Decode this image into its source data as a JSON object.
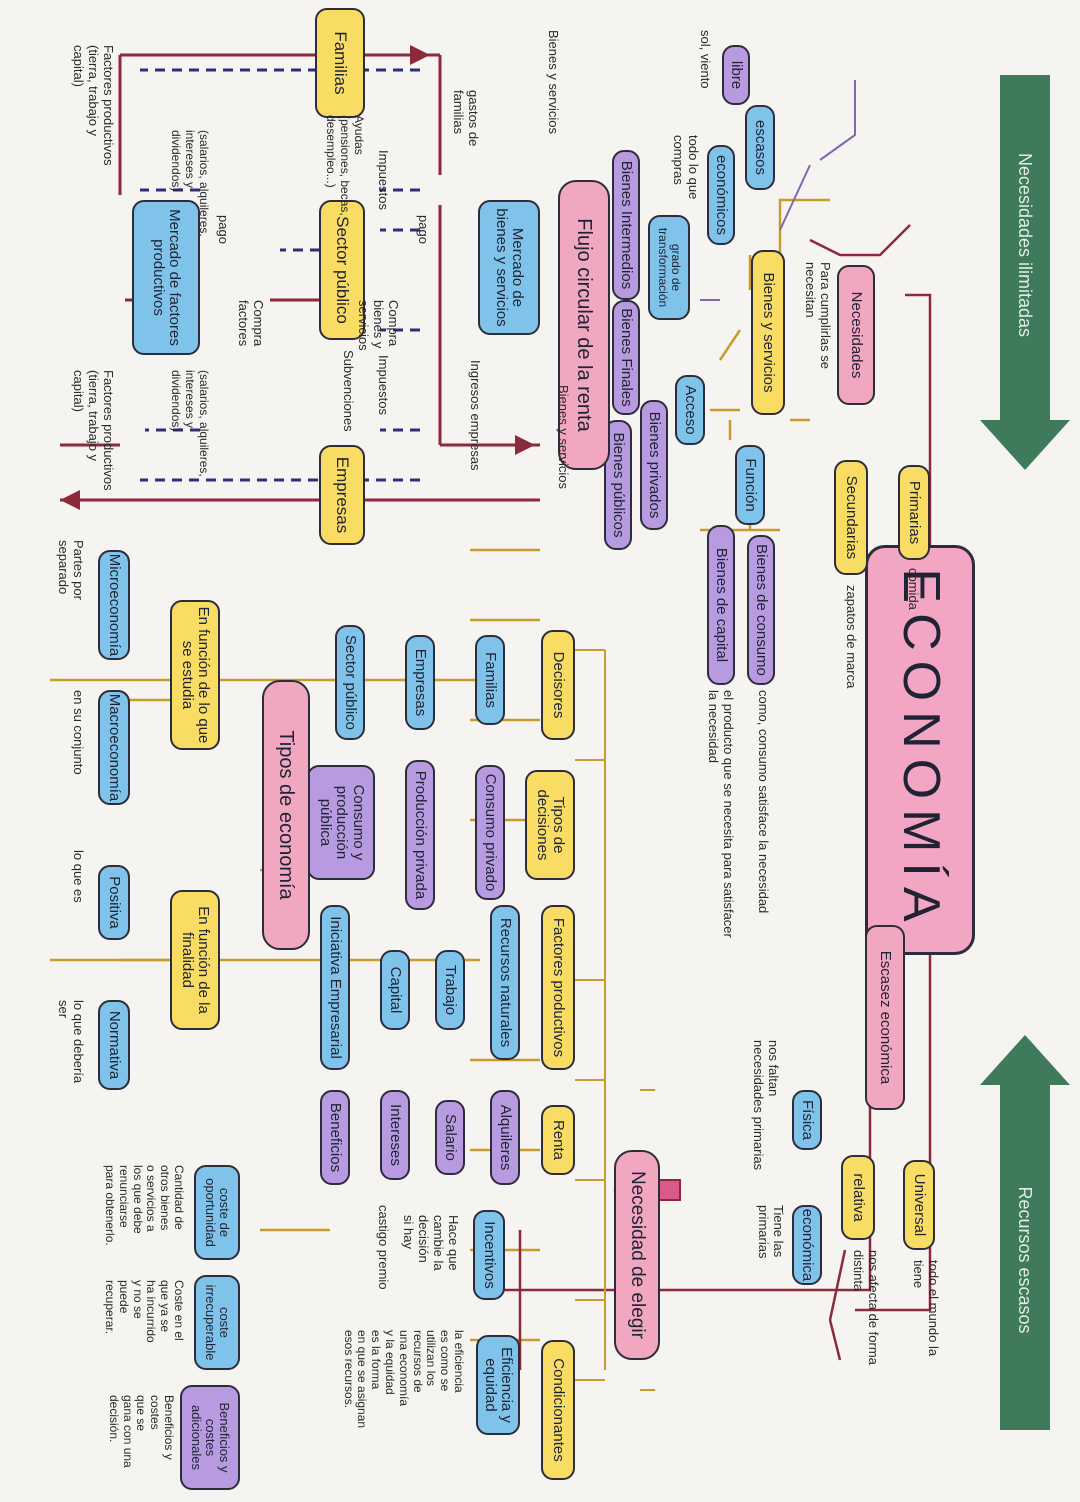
{
  "title": "ECONOMÍA",
  "banners": {
    "left": "Necesidades ilimitadas",
    "right": "Recursos escasos"
  },
  "nodes": {
    "necesidades": "Necesidades",
    "primarias": "Primarias",
    "secundarias": "Secundarias",
    "escasez_economica": "Escasez económica",
    "universal": "Universal",
    "relativa": "relativa",
    "fisica": "Física",
    "economica": "económica",
    "bienes_servicios": "Bienes y servicios",
    "escasez": "escasos",
    "libre": "libre",
    "economicos": "económicos",
    "grado": "grado de\ntransformación",
    "bienes_intermedios": "Bienes Intermedios",
    "bienes_finales": "Bienes Finales",
    "acceso": "Acceso",
    "bienes_privados": "Bienes privados",
    "bienes_publicos": "Bienes públicos",
    "funcion": "Función",
    "bienes_consumo": "Bienes de consumo",
    "bienes_capital": "Bienes de capital",
    "flujo": "Flujo circular de la renta",
    "familias": "Familias",
    "sector_publico": "Sector público",
    "empresas": "Empresas",
    "mercado_bienes": "Mercado de bienes y servicios",
    "mercado_factores": "Mercado de factores productivos",
    "decisores": "Decisores",
    "tipos_decisiones": "Tipos de decisiones",
    "d_familias": "Familias",
    "d_empresas": "Empresas",
    "d_sector": "Sector público",
    "consumo_privado": "Consumo privado",
    "produccion_privada": "Producción privada",
    "consumo_publico": "Consumo y producción pública",
    "factores": "Factores productivos",
    "renta": "Renta",
    "recursos_naturales": "Recursos naturales",
    "trabajo": "Trabajo",
    "capital": "Capital",
    "iniciativa": "Iniciativa Empresarial",
    "alquileres": "Alquileres",
    "salario": "Salario",
    "intereses": "Intereses",
    "beneficios": "Beneficios",
    "tipos_economia": "Tipos de economía",
    "en_funcion_estudia": "En función de lo que se estudia",
    "en_funcion_finalidad": "En función de la finalidad",
    "microeconomia": "Microeconomía",
    "macroeconomia": "Macroeconomía",
    "positiva": "Positiva",
    "normativa": "Normativa",
    "necesidad_elegir": "Necesidad de elegir",
    "incentivos": "Incentivos",
    "condicionantes": "Condicionantes",
    "eficiencia": "Eficiencia y equidad",
    "coste_oportunidad": "coste de oportunidad",
    "coste_irrecuperable": "coste irrecuperable",
    "beneficios_costes": "Beneficios y costes adicionales"
  },
  "notes": {
    "para_cumplirlas": "Para cumplirlas se\nnecesitan",
    "comida": "comida",
    "zapatos": "zapatos de marca",
    "todo_mundo": "todo el mundo la\ntiene",
    "nos_afecta": "nos afecta de forma\ndistinta",
    "nos_faltan": "nos faltan\nnecesidades primarias",
    "tiene_primarias": "Tiene las\nprimarias",
    "sol_viento": "sol, viento",
    "todo_compras": "todo lo que\ncompras",
    "consumo_satisface": "como, consumo satisface la necesidad",
    "producto_satisfacer": "el producto que se necesita para satisfacer\nla necesidad",
    "bienes_servicios_top": "Bienes y servicios",
    "gastos_familias": "gastos de\nfamilias",
    "ayudas": "Ayudas\n(pensiones, becas,\ndesempleo...)",
    "impuestos1": "Impuestos",
    "compra_bienes": "Compra\nbienes y\nservicios",
    "compra_factores": "Compra\nfactores",
    "impuestos2": "Impuestos",
    "subvenciones": "Subvenciones",
    "bienes_servicios_bottom": "Bienes y servicios",
    "ingresos_empresas": "Ingresos empresas",
    "salarios_left": "(salarios, alquileres,\nintereses y\ndividendos)",
    "salarios_right": "(salarios, alquileres,\nintereses y\ndividendos)",
    "factores_left": "Factores productivos\n(tierra, trabajo y\ncapital)",
    "factores_right": "Factores productivos\n(tierra, trabajo y\ncapital)",
    "pago1": "pago",
    "pago2": "pago",
    "partes": "Partes por\nseparado",
    "conjunto": "en su conjunto",
    "lo_que_es": "lo que es",
    "lo_que_deberia": "lo que debería\nser",
    "hace_cambiar": "Hace que\ncambie la\ndecisión\nsi hay",
    "castigo_premio": "castigo  premio",
    "eficiencia_texto": "la eficiencia\nes como se\nutilizan los\nrecursos de\nuna economía\ny la equidad\nes la forma\nen que se asignan\nesos recursos.",
    "cantidad": "Cantidad de\notros bienes\no servicios a\nlos que debe\nrenunciarse\npara obtenerlo.",
    "coste_incurrido": "Coste en el\nque ya se\nha incurrido\ny no se\npuede\nrecuperar.",
    "beneficios_texto": "Beneficios y\ncostes\nque se\ngana con una\ndecisión."
  },
  "colors": {
    "pink": "#f2a7c1",
    "yellow": "#f8dc63",
    "blue": "#7fc3ea",
    "purple": "#b79ae0",
    "green": "#3f7a5a",
    "line": "#c99a2e",
    "maroon": "#8a2a3a",
    "navy": "#2d2d7a"
  }
}
